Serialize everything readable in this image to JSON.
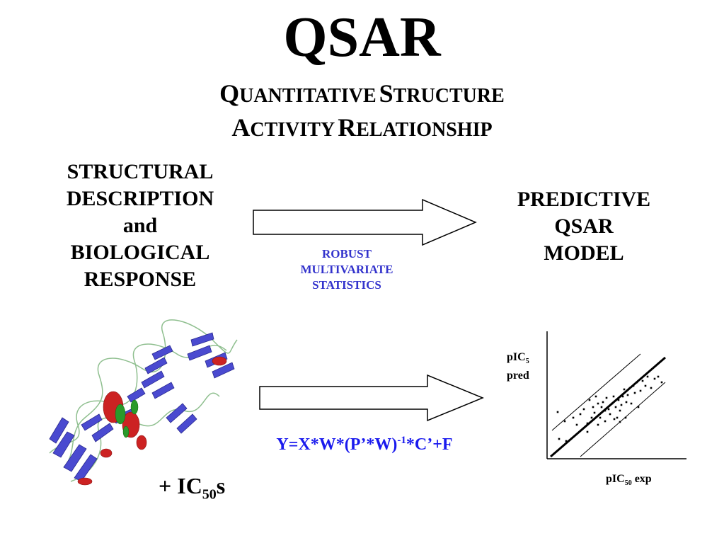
{
  "title": "QSAR",
  "subtitle": {
    "line1": [
      {
        "cap": "Q",
        "rest": "UANTITATIVE"
      },
      {
        "cap": "S",
        "rest": "TRUCTURE"
      }
    ],
    "line2": [
      {
        "cap": "A",
        "rest": "CTIVITY"
      },
      {
        "cap": "R",
        "rest": "ELATIONSHIP"
      }
    ]
  },
  "left_block": {
    "lines": [
      "STRUCTURAL",
      "DESCRIPTION",
      "and",
      "BIOLOGICAL",
      "RESPONSE"
    ]
  },
  "right_block": {
    "lines": [
      "PREDICTIVE",
      "QSAR",
      "MODEL"
    ]
  },
  "robust": {
    "lines": [
      "ROBUST",
      "MULTIVARIATE",
      "STATISTICS"
    ]
  },
  "equation": {
    "main": "Y=X*W*(P’*W)",
    "sup": "-1",
    "tail": "*C’+F",
    "color": "#1a1aee"
  },
  "ic50s": {
    "prefix": "+ IC",
    "sub": "50",
    "suffix": "s"
  },
  "scatter": {
    "ylabel_main": "pIC",
    "ylabel_sub": "5",
    "ylabel_line2": "pred",
    "xlabel_main": "pIC",
    "xlabel_sub": "50",
    "xlabel_suffix": " exp"
  },
  "colors": {
    "robust": "#3333cc",
    "equation": "#1a1aee",
    "protein_helix": "#cc2222",
    "protein_sheet": "#4444cc",
    "protein_coil": "#66aa66"
  },
  "icons": {
    "protein": "protein-structure-ribbon-icon",
    "arrow": "right-arrow-icon"
  }
}
